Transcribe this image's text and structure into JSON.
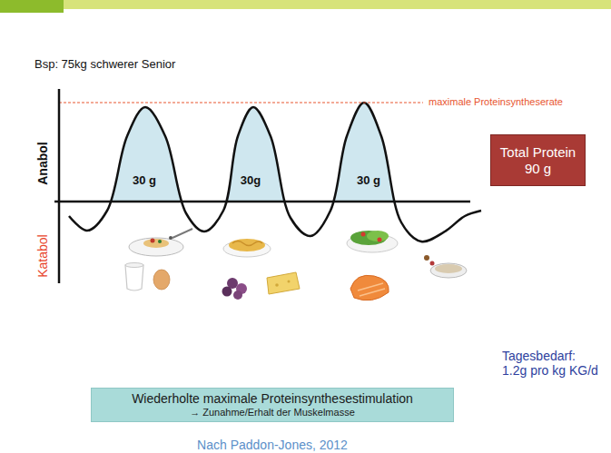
{
  "diagram": {
    "nodes": [
      {
        "text": [
          "Total Protein",
          "90 g"
        ]
      },
      {
        "text": [
          "Wiederholte maximale Proteinsynthesestimulation",
          "→ Zunahme/Erhalt der Muskelmasse"
        ]
      }
    ],
    "labels": [
      "Bsp: 75kg schwerer Senior",
      "maximale Proteinsyntheserate",
      "Anabol",
      "Katabol",
      "30 g",
      "30g",
      "30 g",
      "Tagesbedarf: 1.2g pro kg KG/d",
      "Nach Paddon-Jones, 2012"
    ]
  }
}
